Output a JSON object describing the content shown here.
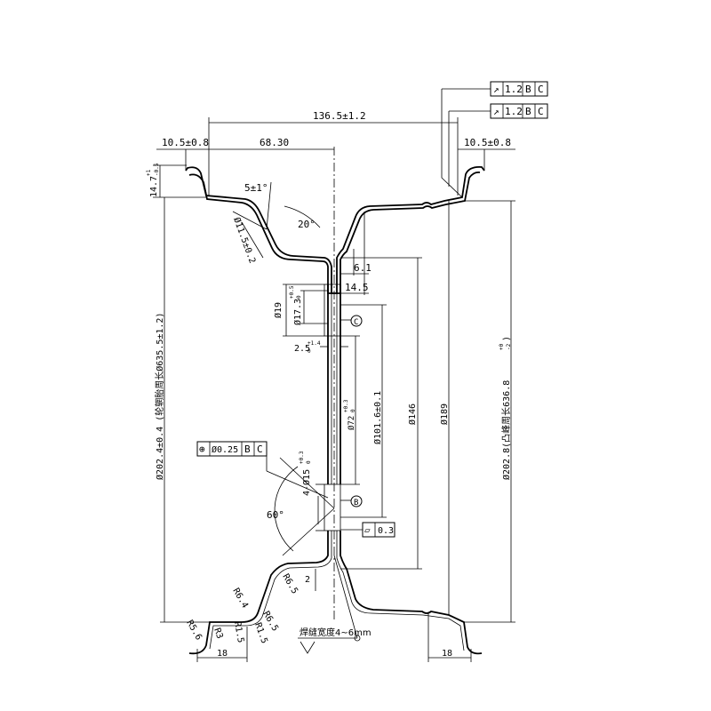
{
  "dimensions": {
    "overall_width": "136.5±1.2",
    "flange_left": "10.5±0.8",
    "flange_right": "10.5±0.8",
    "offset": "68.30",
    "flange_height": "14.7",
    "flange_height_tol_upper": "+1",
    "flange_height_tol_lower": "-0.5",
    "angle_5": "5±1°",
    "angle_20": "20°",
    "hole_11": "Ø11.5±0.2",
    "dim_6_1": "6.1",
    "dim_14_5": "14.5",
    "dim_19": "Ø19",
    "dim_17_3": "Ø17.3",
    "dim_17_3_tol": "+0.5",
    "dim_17_3_tol_lower": "0",
    "dim_2_5": "2.5",
    "dim_2_5_tol": "+1.4",
    "dim_2_5_tol_lower": "0",
    "center_bore": "Ø72",
    "center_bore_tol": "+0.3",
    "center_bore_tol_lower": "0",
    "pcd": "Ø101.6±0.1",
    "dim_146": "Ø146",
    "dim_189": "Ø189",
    "rim_outer": "Ø202.8(凸峰周长636.8",
    "rim_outer_tol": "+0",
    "rim_outer_tol_lower": "-2",
    "rim_outer_close": ")",
    "rim_left": "Ø202.4±0.4 (轮辋胎周长Ø635.5±1.2)",
    "bolt_hole": "4-Ø15",
    "bolt_hole_tol": "+0.3",
    "bolt_hole_tol_lower": "0",
    "angle_60": "60°",
    "dim_2": "2",
    "r6_5_a": "R6.5",
    "r6_5_b": "R6.5",
    "r6_4": "R6.4",
    "r1_5_a": "R1.5",
    "r1_5_b": "R1.5",
    "r3": "R3",
    "r5_6": "R5.6",
    "bottom_left_18": "18",
    "bottom_right_18": "18",
    "weld_note": "焊缝宽度4~6mm"
  },
  "tolerance_frames": [
    {
      "symbol": "↗",
      "value": "1.2",
      "datum1": "B",
      "datum2": "C"
    },
    {
      "symbol": "↗",
      "value": "1.2",
      "datum1": "B",
      "datum2": "C"
    }
  ],
  "position_frame": {
    "symbol": "⊕",
    "value": "Ø0.25",
    "datum1": "B",
    "datum2": "C"
  },
  "flatness_frame": {
    "symbol": "▱",
    "value": "0.3"
  },
  "datums": {
    "b": "B",
    "c": "C"
  }
}
